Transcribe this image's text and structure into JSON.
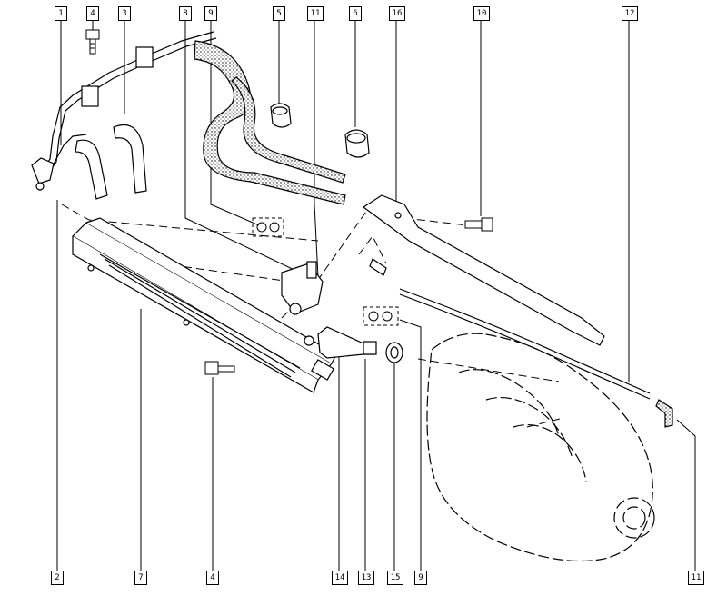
{
  "diagram": {
    "callouts_top": [
      {
        "id": "top-1",
        "label": "1"
      },
      {
        "id": "top-4",
        "label": "4"
      },
      {
        "id": "top-3",
        "label": "3"
      },
      {
        "id": "top-8",
        "label": "8"
      },
      {
        "id": "top-9",
        "label": "9"
      },
      {
        "id": "top-5",
        "label": "5"
      },
      {
        "id": "top-11",
        "label": "11"
      },
      {
        "id": "top-6",
        "label": "6"
      },
      {
        "id": "top-16",
        "label": "16"
      },
      {
        "id": "top-10",
        "label": "10"
      },
      {
        "id": "top-12",
        "label": "12"
      }
    ],
    "callouts_bottom": [
      {
        "id": "bottom-2",
        "label": "2"
      },
      {
        "id": "bottom-7",
        "label": "7"
      },
      {
        "id": "bottom-4",
        "label": "4"
      },
      {
        "id": "bottom-14",
        "label": "14"
      },
      {
        "id": "bottom-13",
        "label": "13"
      },
      {
        "id": "bottom-15",
        "label": "15"
      },
      {
        "id": "bottom-9",
        "label": "9"
      },
      {
        "id": "bottom-11",
        "label": "11"
      }
    ]
  }
}
